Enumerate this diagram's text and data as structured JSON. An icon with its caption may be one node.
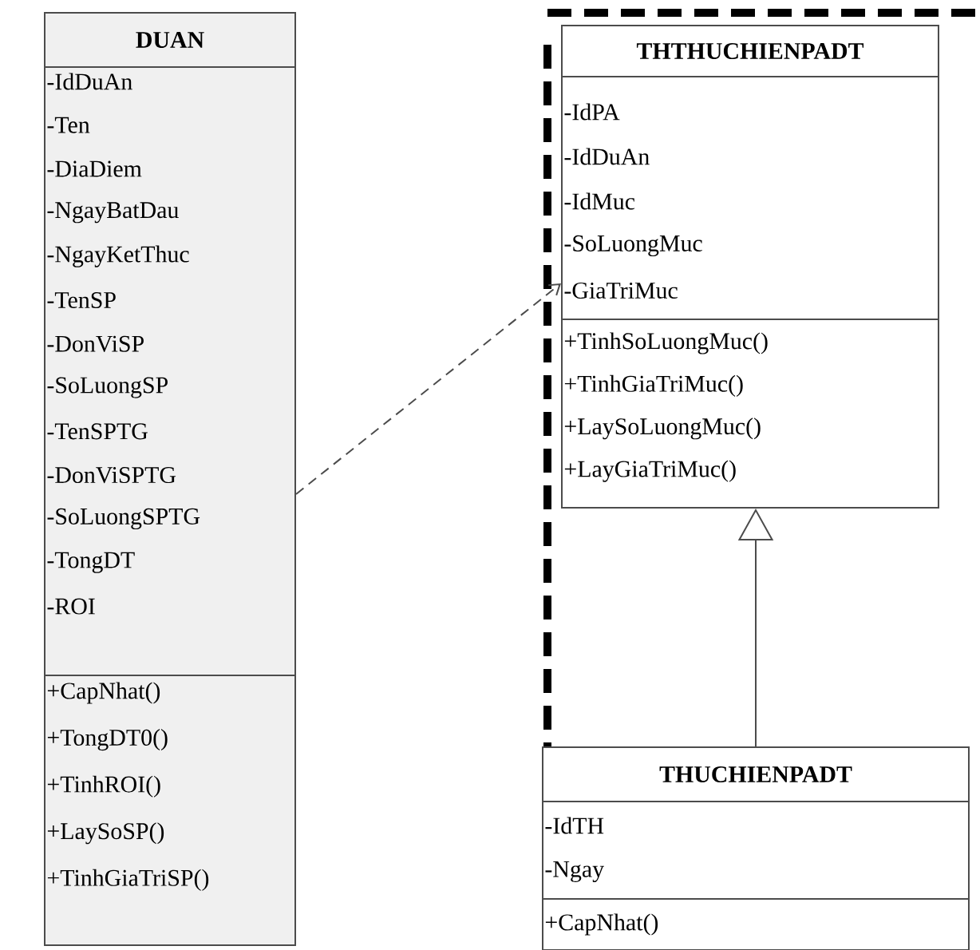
{
  "diagram": {
    "nodes": [
      {
        "text": [
          "DUAN",
          "-IdDuAn",
          "-Ten",
          "-DiaDiem",
          "-NgayBatDau",
          "-NgayKetThuc",
          "-TenSP",
          "-DonViSP",
          "-SoLuongSP",
          "-TenSPTG",
          "-DonViSPTG",
          "-SoLuongSPTG",
          "-TongDT",
          "-ROI",
          "+CapNhat()",
          "+TongDT0()",
          "+TinhROI()",
          "+LaySoSP()",
          "+TinhGiaTriSP()"
        ]
      },
      {
        "text": [
          "THTHUCHIENPADT",
          "-IdPA",
          "-IdDuAn",
          "-IdMuc",
          "-SoLuongMuc",
          "-GiaTriMuc",
          "+TinhSoLuongMuc()",
          "+TinhGiaTriMuc()",
          "+LaySoLuongMuc()",
          "+LayGiaTriMuc()"
        ]
      },
      {
        "text": [
          "THUCHIENPADT",
          "-IdTH",
          "-Ngay",
          "+CapNhat()"
        ]
      }
    ],
    "edges": [
      {
        "from": 0,
        "to": 1,
        "arrow": "to",
        "style": "dashed"
      },
      {
        "from": 2,
        "to": 1,
        "arrow": "to"
      }
    ]
  }
}
